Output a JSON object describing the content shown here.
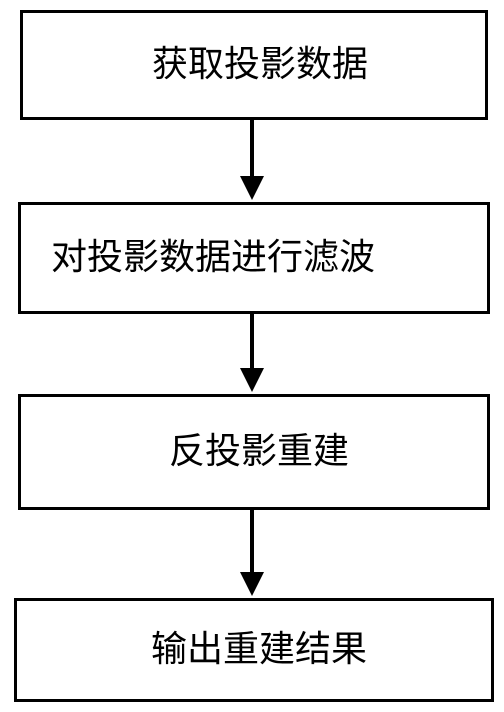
{
  "flowchart": {
    "steps": [
      {
        "label": "获取投影数据"
      },
      {
        "label": "对投影数据进行滤波"
      },
      {
        "label": "反投影重建"
      },
      {
        "label": "输出重建结果"
      }
    ],
    "colors": {
      "stroke": "#000000",
      "background": "#ffffff",
      "text": "#000000"
    },
    "connector_icon": "arrow-down-icon"
  }
}
